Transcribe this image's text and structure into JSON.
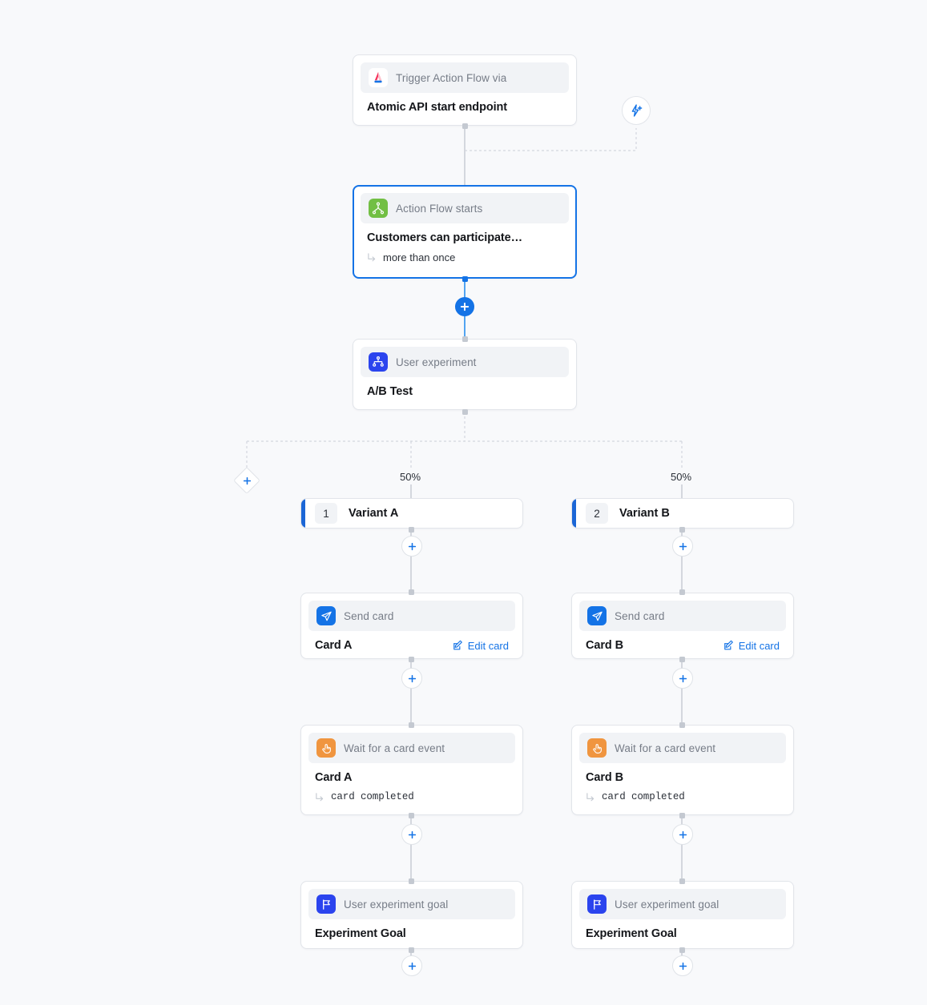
{
  "canvas": {
    "background": "#f8f9fb",
    "accent": "#1473e6"
  },
  "nodes": {
    "trigger": {
      "header_label": "Trigger Action Flow via",
      "icon": "atomic-logo-icon",
      "title": "Atomic API start endpoint"
    },
    "flow_start": {
      "header_label": "Action Flow starts",
      "icon": "flow-branch-icon",
      "title": "Customers can participate…",
      "subtitle": "more than once",
      "selected": true
    },
    "ab_test": {
      "header_label": "User experiment",
      "icon": "experiment-split-icon",
      "title": "A/B Test"
    },
    "variant_a": {
      "index": "1",
      "label": "Variant A",
      "percent": "50%"
    },
    "variant_b": {
      "index": "2",
      "label": "Variant B",
      "percent": "50%"
    },
    "send_card_a": {
      "header_label": "Send card",
      "icon": "send-card-icon",
      "title": "Card A",
      "action_label": "Edit card",
      "action_icon": "edit-pencil-icon"
    },
    "send_card_b": {
      "header_label": "Send card",
      "icon": "send-card-icon",
      "title": "Card B",
      "action_label": "Edit card",
      "action_icon": "edit-pencil-icon"
    },
    "wait_a": {
      "header_label": "Wait for a card event",
      "icon": "tap-hand-icon",
      "title": "Card A",
      "subtitle": "card completed"
    },
    "wait_b": {
      "header_label": "Wait for a card event",
      "icon": "tap-hand-icon",
      "title": "Card B",
      "subtitle": "card completed"
    },
    "goal_a": {
      "header_label": "User experiment goal",
      "icon": "goal-flag-icon",
      "title": "Experiment Goal"
    },
    "goal_b": {
      "header_label": "User experiment goal",
      "icon": "goal-flag-icon",
      "title": "Experiment Goal"
    }
  },
  "controls": {
    "bolt_button": "add-trigger-icon",
    "add_step": "plus-icon",
    "add_branch": "plus-icon"
  }
}
